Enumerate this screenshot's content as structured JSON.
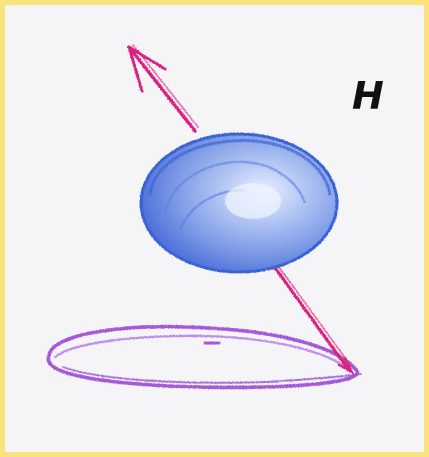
{
  "labels": {
    "field_label": "H"
  },
  "colors": {
    "frame_border": "#f9e37a",
    "paper": "#f5f5f7",
    "sphere_fill": "#6d8fe0",
    "sphere_shadow": "#3f67d6",
    "axis_line": "#d61f7f",
    "orbit_ring": "#a05be0",
    "label": "#111111"
  },
  "objects": {
    "sphere": "sphere-drawing",
    "axis": "spin-axis-arrow",
    "ring": "precession-orbit"
  }
}
